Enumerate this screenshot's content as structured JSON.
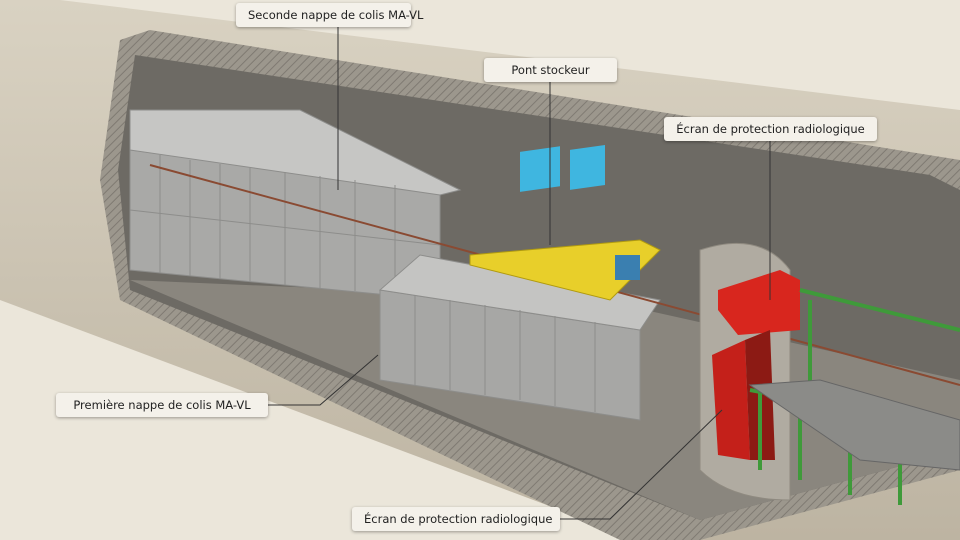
{
  "labels": {
    "second_layer": "Seconde nappe de colis MA-VL",
    "stacker_crane": "Pont stockeur",
    "radiation_screen_top": "Écran de protection radiologique",
    "first_layer": "Première nappe de colis MA-VL",
    "radiation_screen_bottom": "Écran de protection radiologique"
  },
  "colors": {
    "background": "#ebe6da",
    "rock": "#c9c0ae",
    "concrete": "#a9a49a",
    "packages": "#b4b4b2",
    "crane": "#e8cf2a",
    "crane_load": "#3fb6e0",
    "screen": "#d8261e",
    "frame": "#3f9a3a"
  }
}
